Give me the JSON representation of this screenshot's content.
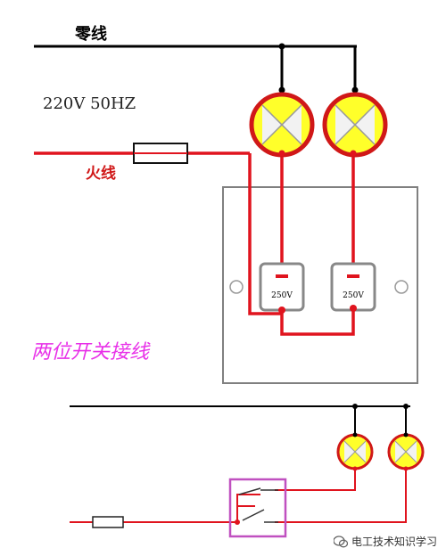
{
  "labels": {
    "neutral": "零线",
    "live": "火线",
    "spec": "220V 50HZ",
    "title": "两位开关接线"
  },
  "switch_ratings": [
    "250V",
    "250V"
  ],
  "watermark": "电工技术知识学习",
  "colors": {
    "neutral_wire": "#000000",
    "live_wire": "#e0141e",
    "lamp_yellow": "#ffff2a",
    "lamp_ring": "#d01818",
    "switch_plate": "#808080",
    "title": "#e830e8",
    "switch_box_small": "#c050c0"
  },
  "icons": [
    "lamp-icon",
    "fuse-icon",
    "switch-icon",
    "wechat-icon"
  ]
}
